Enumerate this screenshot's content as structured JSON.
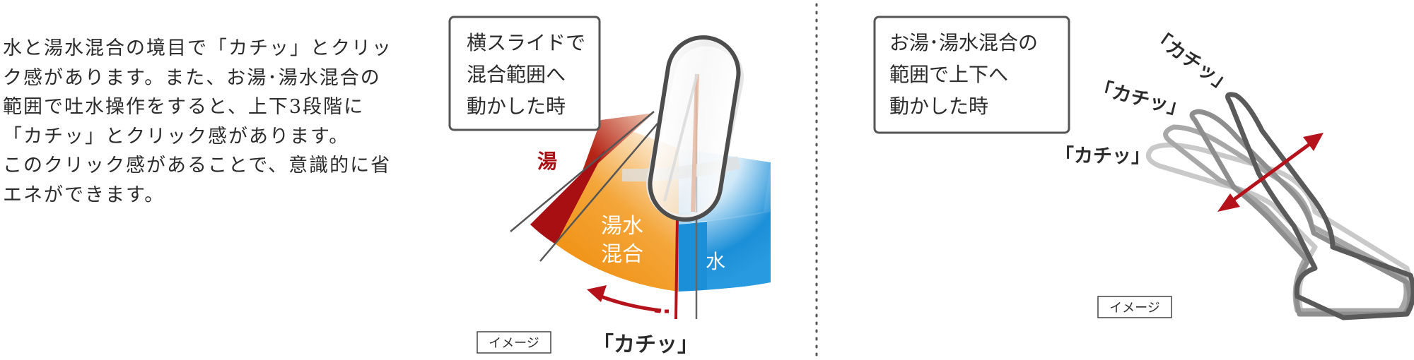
{
  "description": {
    "paragraph1": "水と湯水混合の境目で「カチッ」とクリック感があります。また、お湯･湯水混合の範囲で吐水操作をすると、上下3段階に「カチッ」とクリック感があります。",
    "paragraph2": "このクリック感があることで、意識的に省エネができます。"
  },
  "left_diagram": {
    "callout_lines": [
      "横スライドで",
      "混合範囲へ",
      "動かした時"
    ],
    "label_hot": "湯",
    "label_mix_lines": [
      "湯水",
      "混合"
    ],
    "label_water": "水",
    "click_label": "「カチッ」",
    "image_note": "イメージ"
  },
  "right_diagram": {
    "callout_lines": [
      "お湯･湯水混合の",
      "範囲で上下へ",
      "動かした時"
    ],
    "click_labels": [
      "「カチッ」",
      "「カチッ」",
      "「カチッ」"
    ],
    "image_note": "イメージ"
  },
  "colors": {
    "hot": "#a80f12",
    "mix": "#ef8a06",
    "water": "#1a90da",
    "arrow": "#b5121b",
    "outline": "#555555"
  }
}
